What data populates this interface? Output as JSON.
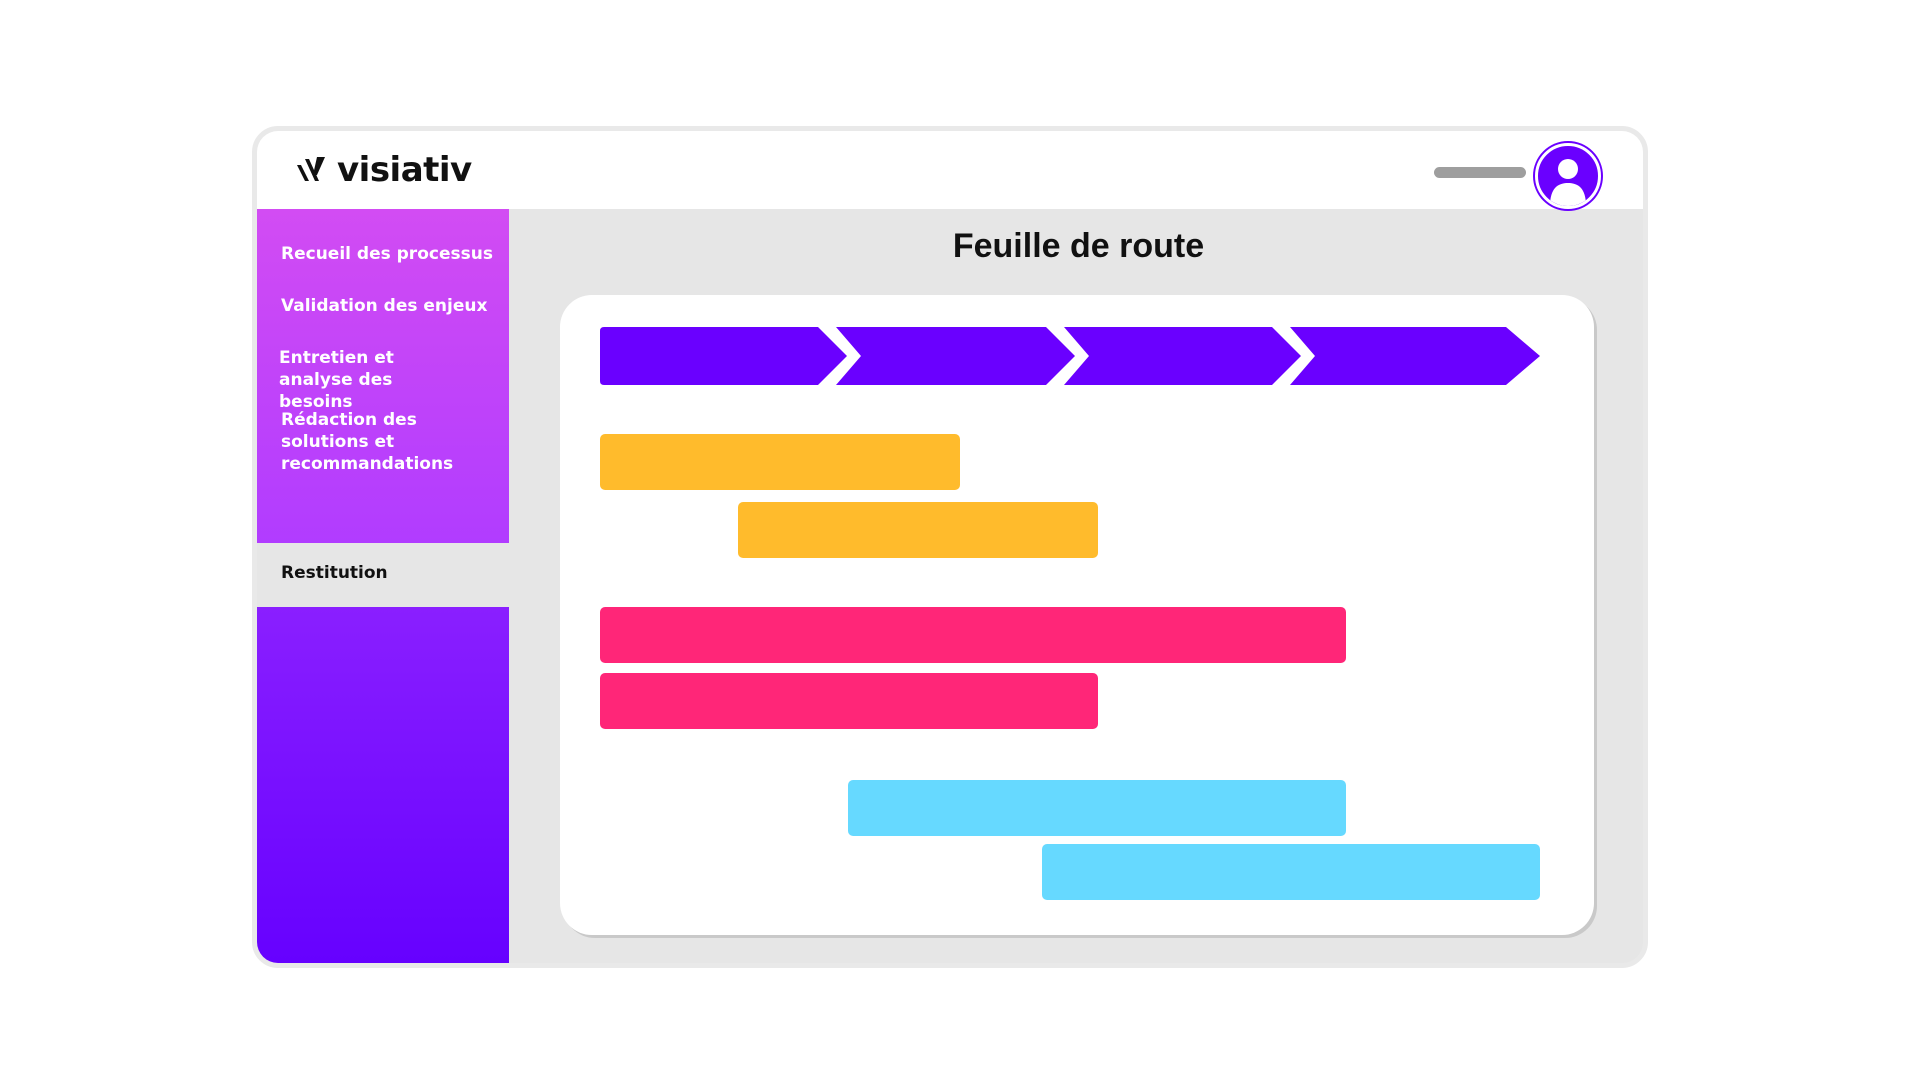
{
  "brand": {
    "name": "visiativ"
  },
  "sidebar": {
    "items": [
      {
        "label": "Recueil des processus"
      },
      {
        "label": "Validation des enjeux"
      },
      {
        "label": "Entretien et analyse des besoins"
      },
      {
        "label": "Rédaction des solutions et recommandations"
      },
      {
        "label": "Restitution"
      }
    ],
    "active_index": 4
  },
  "main": {
    "title": "Feuille de route"
  },
  "colors": {
    "purple": "#6a00ff",
    "orange": "#ffbb2c",
    "pink": "#ff2678",
    "cyan": "#66d9ff"
  },
  "icons": {
    "user": "user-avatar-icon",
    "logo": "visiativ-logo-icon"
  }
}
